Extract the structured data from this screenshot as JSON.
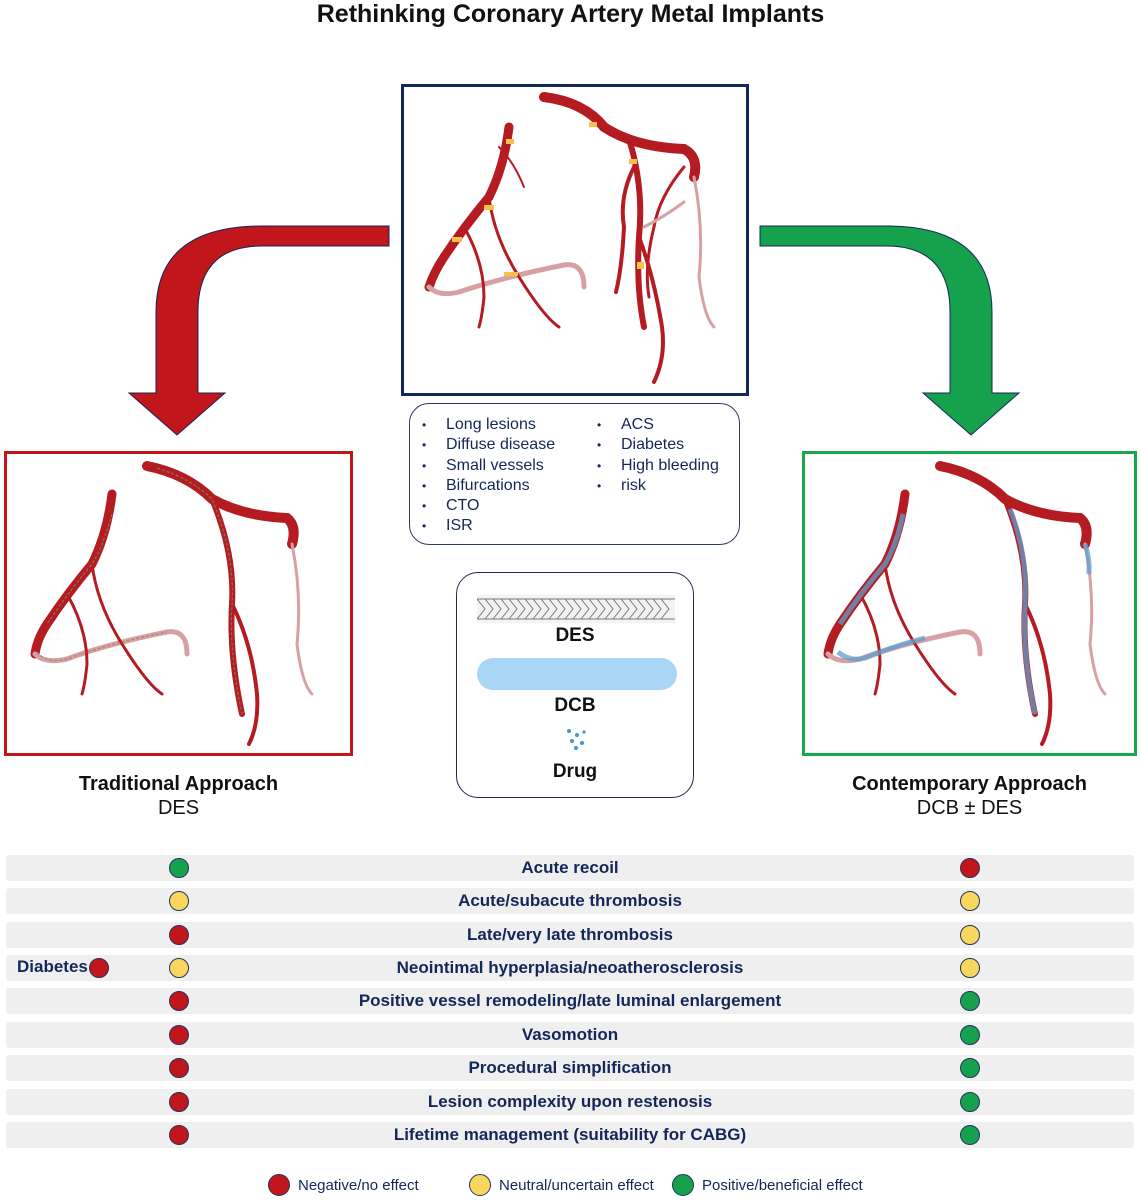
{
  "title": "Rethinking Coronary Artery Metal Implants",
  "conditions": {
    "left": [
      "Long lesions",
      "Diffuse disease",
      "Small vessels",
      "Bifurcations",
      "CTO",
      "ISR"
    ],
    "right": [
      "ACS",
      "Diabetes",
      "High bleeding",
      "risk"
    ]
  },
  "devices": {
    "des": "DES",
    "dcb": "DCB",
    "drug": "Drug"
  },
  "traditional": {
    "name": "Traditional Approach",
    "sub": "DES"
  },
  "contemporary": {
    "name": "Contemporary Approach",
    "sub": "DCB ± DES"
  },
  "colors": {
    "red": "#c0161c",
    "yellow": "#f9d75e",
    "green": "#16a14c",
    "navy": "#14265a"
  },
  "comparison": [
    {
      "label": "Acute recoil",
      "left": "green",
      "right": "red"
    },
    {
      "label": "Acute/subacute thrombosis",
      "left": "yellow",
      "right": "yellow"
    },
    {
      "label": "Late/very late thrombosis",
      "left": "red",
      "right": "yellow"
    },
    {
      "label": "Neointimal hyperplasia/neoatherosclerosis",
      "left": "yellow",
      "right": "yellow",
      "side_label": "Diabetes",
      "side_status": "red"
    },
    {
      "label": "Positive vessel remodeling/late luminal enlargement",
      "left": "red",
      "right": "green"
    },
    {
      "label": "Vasomotion",
      "left": "red",
      "right": "green"
    },
    {
      "label": "Procedural simplification",
      "left": "red",
      "right": "green"
    },
    {
      "label": "Lesion complexity upon restenosis",
      "left": "red",
      "right": "green"
    },
    {
      "label": "Lifetime management (suitability for CABG)",
      "left": "red",
      "right": "green"
    }
  ],
  "legend": [
    {
      "status": "red",
      "label": "Negative/no effect"
    },
    {
      "status": "yellow",
      "label": "Neutral/uncertain effect"
    },
    {
      "status": "green",
      "label": "Positive/beneficial effect"
    }
  ]
}
